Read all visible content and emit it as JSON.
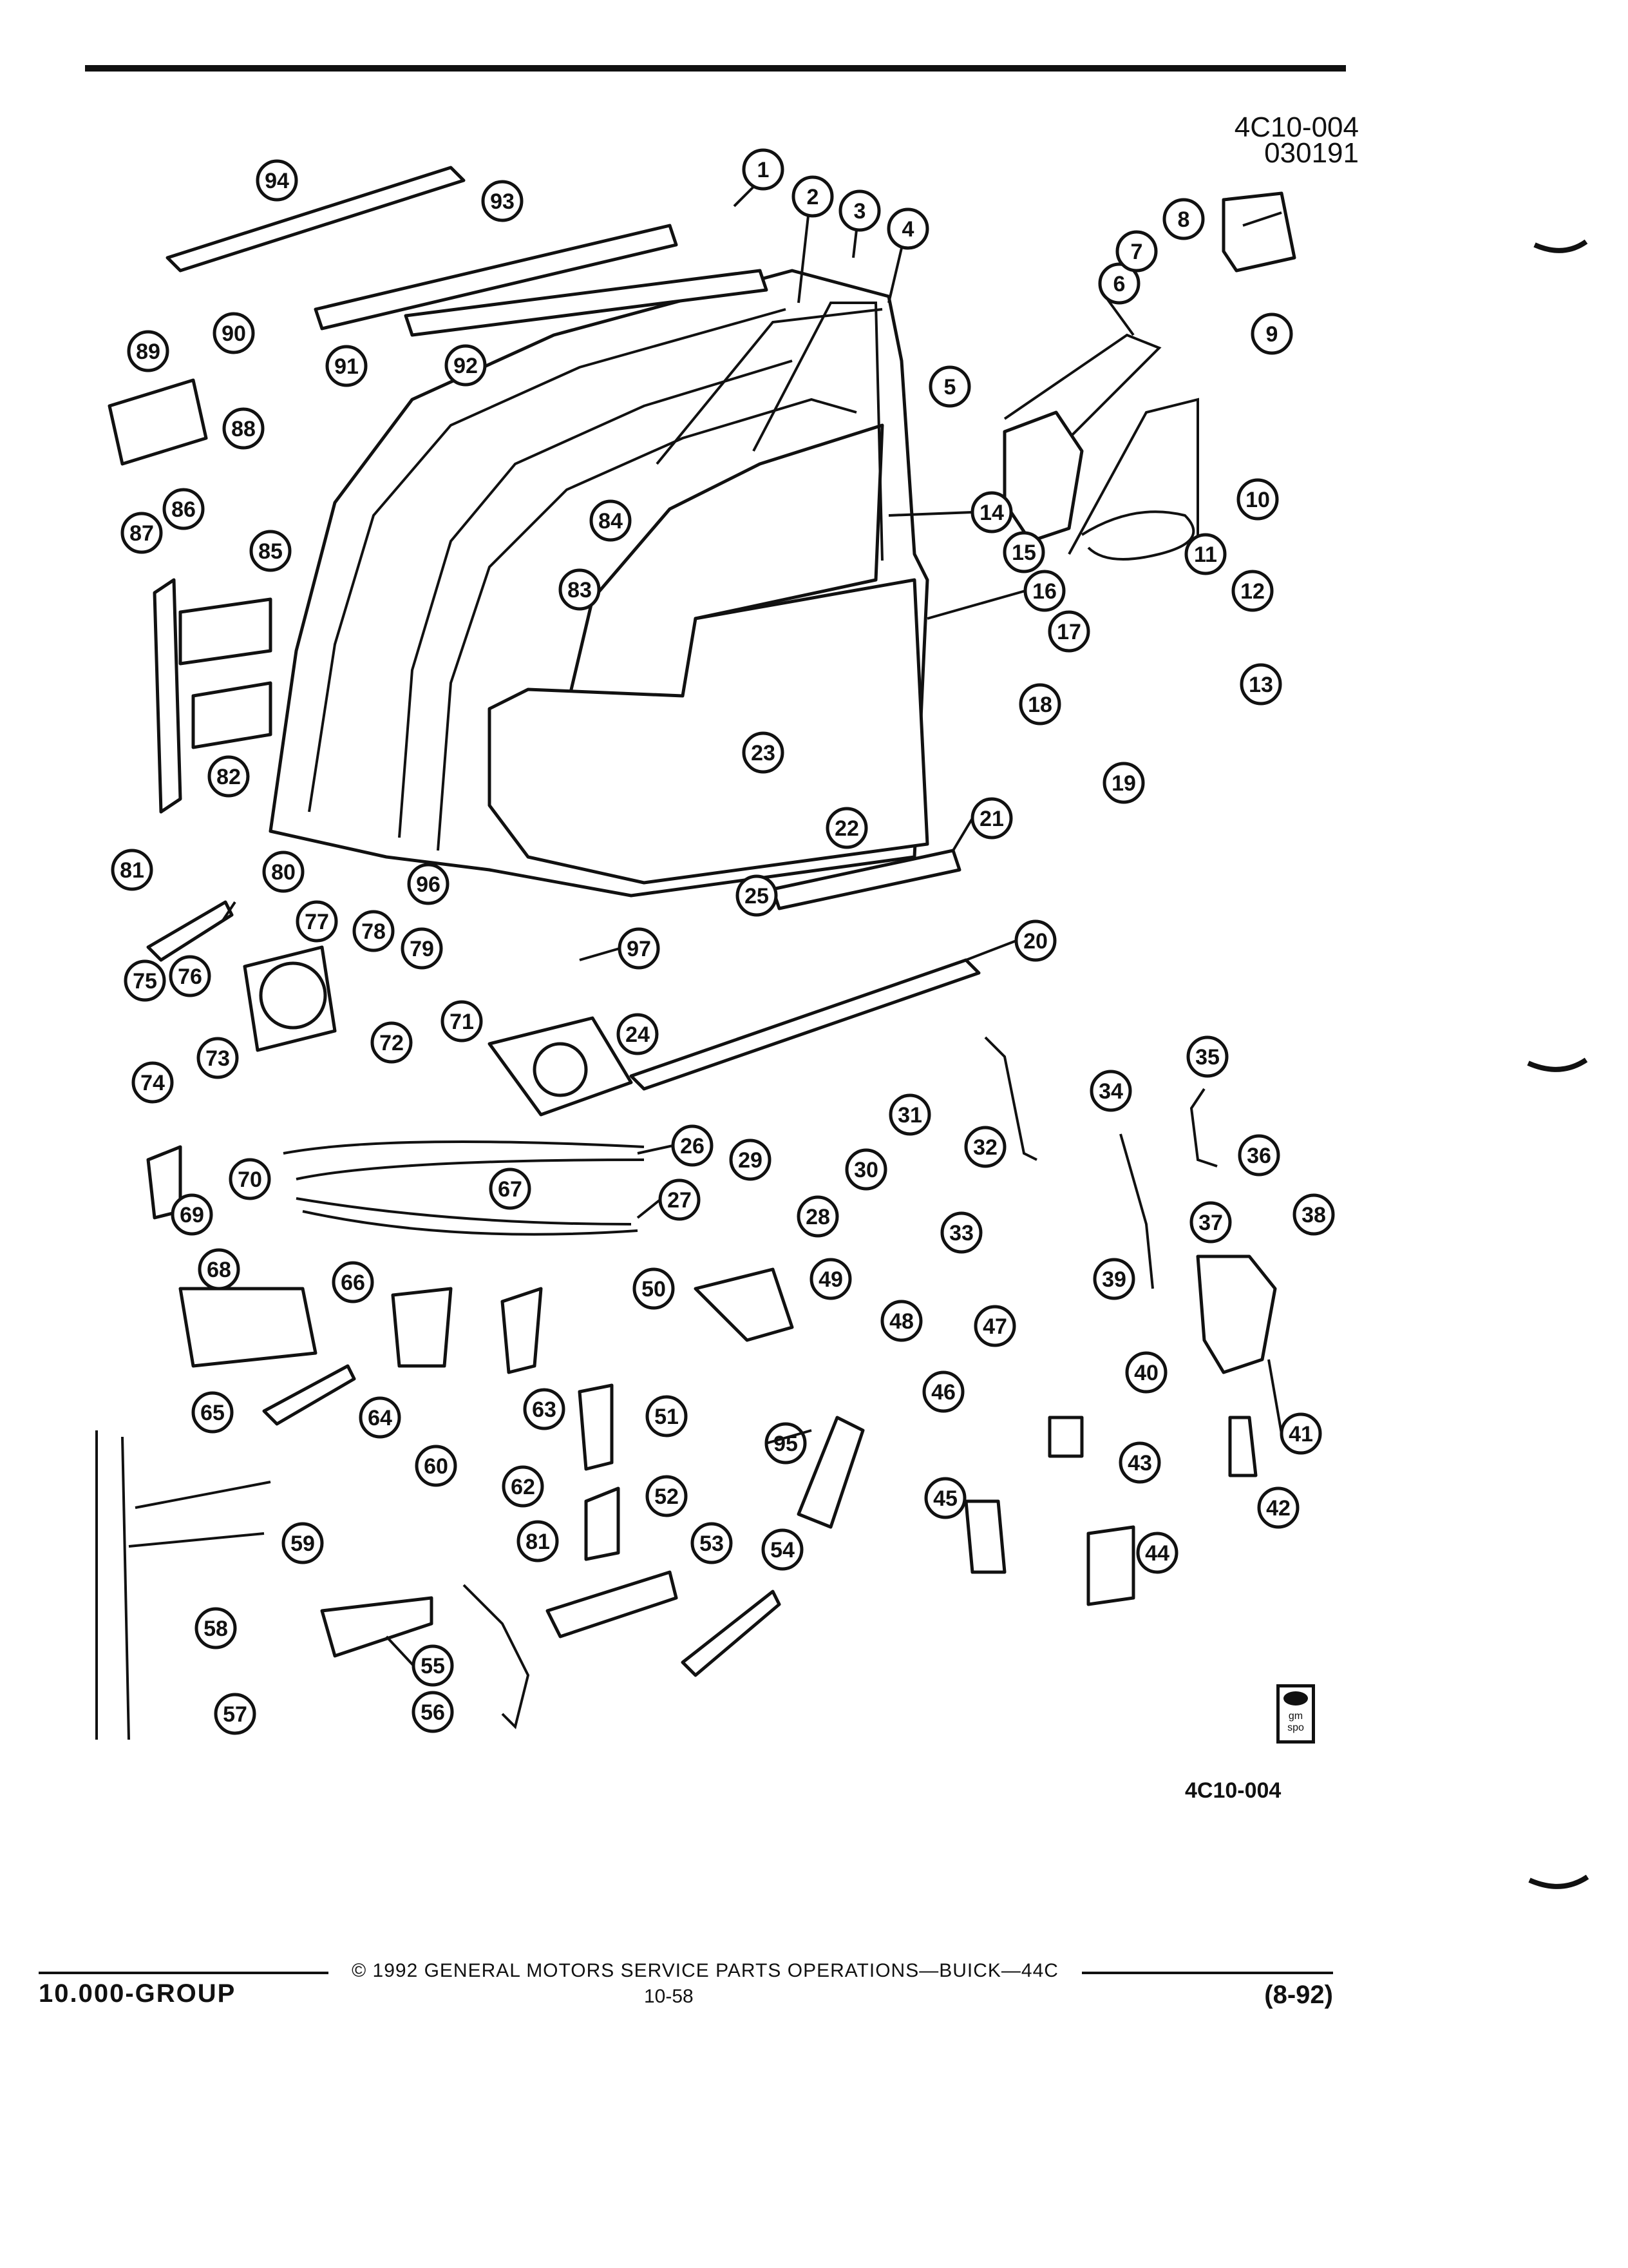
{
  "header": {
    "code": "4C10-004",
    "date_code": "030191"
  },
  "callouts": [
    {
      "label": "1"
    },
    {
      "label": "2"
    },
    {
      "label": "3"
    },
    {
      "label": "4"
    },
    {
      "label": "5"
    },
    {
      "label": "6"
    },
    {
      "label": "7"
    },
    {
      "label": "8"
    },
    {
      "label": "9"
    },
    {
      "label": "10"
    },
    {
      "label": "11"
    },
    {
      "label": "12"
    },
    {
      "label": "13"
    },
    {
      "label": "14"
    },
    {
      "label": "15"
    },
    {
      "label": "16"
    },
    {
      "label": "17"
    },
    {
      "label": "18"
    },
    {
      "label": "19"
    },
    {
      "label": "20"
    },
    {
      "label": "21"
    },
    {
      "label": "22"
    },
    {
      "label": "23"
    },
    {
      "label": "24"
    },
    {
      "label": "25"
    },
    {
      "label": "26"
    },
    {
      "label": "27"
    },
    {
      "label": "28"
    },
    {
      "label": "29"
    },
    {
      "label": "30"
    },
    {
      "label": "31"
    },
    {
      "label": "32"
    },
    {
      "label": "33"
    },
    {
      "label": "34"
    },
    {
      "label": "35"
    },
    {
      "label": "36"
    },
    {
      "label": "37"
    },
    {
      "label": "38"
    },
    {
      "label": "39"
    },
    {
      "label": "40"
    },
    {
      "label": "41"
    },
    {
      "label": "42"
    },
    {
      "label": "43"
    },
    {
      "label": "44"
    },
    {
      "label": "45"
    },
    {
      "label": "46"
    },
    {
      "label": "47"
    },
    {
      "label": "48"
    },
    {
      "label": "49"
    },
    {
      "label": "50"
    },
    {
      "label": "51"
    },
    {
      "label": "52"
    },
    {
      "label": "53"
    },
    {
      "label": "54"
    },
    {
      "label": "55"
    },
    {
      "label": "56"
    },
    {
      "label": "57"
    },
    {
      "label": "58"
    },
    {
      "label": "59"
    },
    {
      "label": "60"
    },
    {
      "label": "81"
    },
    {
      "label": "62"
    },
    {
      "label": "63"
    },
    {
      "label": "64"
    },
    {
      "label": "65"
    },
    {
      "label": "66"
    },
    {
      "label": "67"
    },
    {
      "label": "68"
    },
    {
      "label": "69"
    },
    {
      "label": "70"
    },
    {
      "label": "71"
    },
    {
      "label": "72"
    },
    {
      "label": "73"
    },
    {
      "label": "74"
    },
    {
      "label": "75"
    },
    {
      "label": "76"
    },
    {
      "label": "77"
    },
    {
      "label": "78"
    },
    {
      "label": "79"
    },
    {
      "label": "80"
    },
    {
      "label": "81"
    },
    {
      "label": "82"
    },
    {
      "label": "83"
    },
    {
      "label": "84"
    },
    {
      "label": "85"
    },
    {
      "label": "86"
    },
    {
      "label": "87"
    },
    {
      "label": "88"
    },
    {
      "label": "89"
    },
    {
      "label": "90"
    },
    {
      "label": "91"
    },
    {
      "label": "92"
    },
    {
      "label": "93"
    },
    {
      "label": "94"
    },
    {
      "label": "95"
    },
    {
      "label": "96"
    },
    {
      "label": "97"
    }
  ],
  "figure_code": "4C10-004",
  "footer": {
    "copyright": "© 1992 GENERAL MOTORS SERVICE PARTS OPERATIONS—BUICK—44C",
    "group": "10.000-GROUP",
    "page": "10-58",
    "date": "(8-92)"
  },
  "logo": {
    "text": "gm spo"
  }
}
